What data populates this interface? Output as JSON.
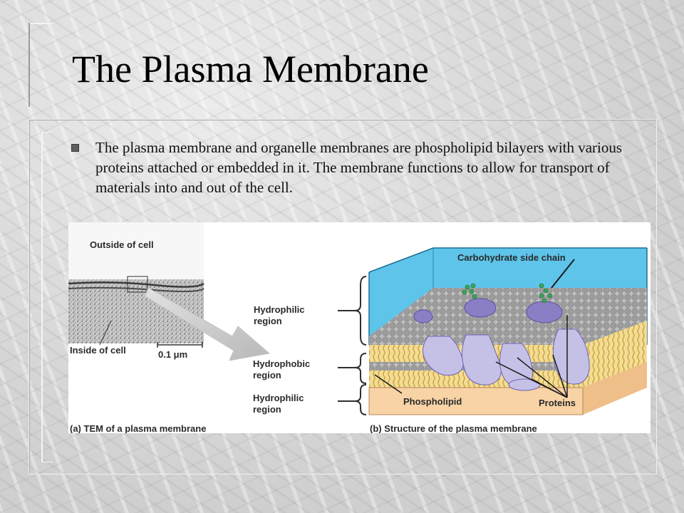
{
  "slide": {
    "title": "The Plasma Membrane",
    "bullet_text": "The plasma membrane and organelle membranes are phospholipid bilayers with various proteins attached or embedded in it.  The membrane functions to allow for transport of materials into and out of the cell."
  },
  "figure": {
    "tem": {
      "outside_label": "Outside of cell",
      "inside_label": "Inside of cell",
      "scale_label": "0.1 μm",
      "caption": "(a) TEM of a plasma membrane"
    },
    "regions": {
      "hydrophilic_top_1": "Hydrophilic",
      "hydrophilic_top_2": "region",
      "hydrophobic_1": "Hydrophobic",
      "hydrophobic_2": "region",
      "hydrophilic_bottom_1": "Hydrophilic",
      "hydrophilic_bottom_2": "region"
    },
    "structure": {
      "carbohydrate_label": "Carbohydrate side chain",
      "phospholipid_label": "Phospholipid",
      "proteins_label": "Proteins",
      "caption": "(b) Structure of the plasma membrane"
    },
    "colors": {
      "extracellular": "#5ec4ea",
      "cytoplasm": "#f7d3a6",
      "protein": "#8a7fc4",
      "protein_light": "#c5c0e6",
      "head": "#a8a8a8",
      "tail": "#e4b84a",
      "carbohydrate": "#3aa45a"
    }
  }
}
